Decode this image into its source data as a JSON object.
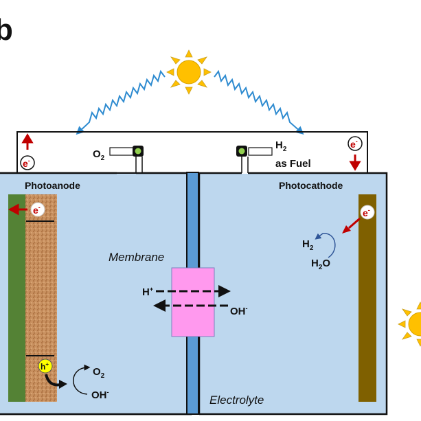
{
  "panel_label": "b",
  "labels": {
    "photoanode": "Photoanode",
    "photocathode": "Photocathode",
    "membrane": "Membrane",
    "electrolyte": "Electrolyte",
    "o2_outlet": "O",
    "o2_sub": "2",
    "h2_outlet": "H",
    "h2_sub": "2",
    "as_fuel": "as Fuel",
    "electron": "e",
    "electron_sup": "-",
    "hole": "h",
    "hole_sup": "+",
    "h_plus": "H",
    "h_plus_sup": "+",
    "oh_minus": "OH",
    "oh_minus_sup": "-",
    "cathode_h2": "H",
    "cathode_h2_sub": "2",
    "cathode_h2o": "H",
    "cathode_h2o_sub": "2",
    "cathode_h2o_o": "O",
    "anode_o2": "O",
    "anode_o2_sub": "2",
    "anode_oh": "OH",
    "anode_oh_sup": "-"
  },
  "colors": {
    "electrolyte": "#bdd7ee",
    "membrane_bar": "#5b9bd5",
    "membrane_box": "#ff99ee",
    "anode_substrate": "#548235",
    "anode_film": "#c8905f",
    "cathode": "#7f6000",
    "sun": "#ffc000",
    "light_wave": "#2e8bd0",
    "electron_arrow": "#c00000",
    "gas_valve": "#92d050",
    "hole": "#ffff00"
  }
}
